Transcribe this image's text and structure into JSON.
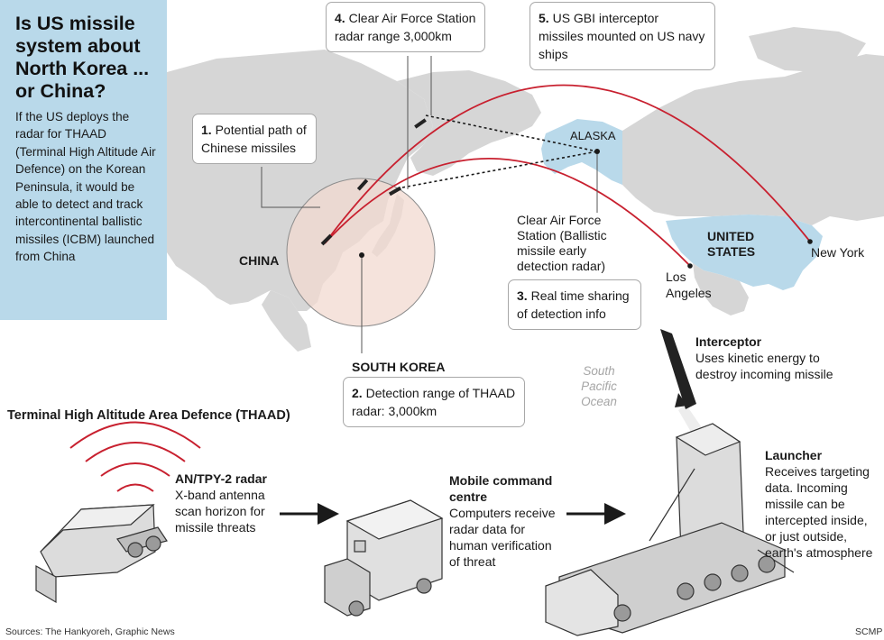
{
  "title": "Is US missile system about North Korea ... or China?",
  "intro": "If the US deploys the radar for THAAD (Terminal High Altitude Air Defence) on the Korean Peninsula, it would be able to detect and track intercontinental ballistic missiles (ICBM) launched from China",
  "callouts": {
    "c1": {
      "num": "1.",
      "text": "Potential path of Chinese missiles"
    },
    "c2": {
      "num": "2.",
      "text": "Detection range of THAAD radar: 3,000km"
    },
    "c3": {
      "num": "3.",
      "text": "Real time sharing of detection info"
    },
    "c4": {
      "num": "4.",
      "text": "Clear Air Force Station radar range 3,000km"
    },
    "c5": {
      "num": "5.",
      "text": "US GBI interceptor missiles mounted on US navy ships"
    }
  },
  "places": {
    "china": "CHINA",
    "south_korea": "SOUTH KOREA",
    "alaska": "ALASKA",
    "united_states": "UNITED STATES",
    "new_york": "New York",
    "los_angeles": "Los Angeles",
    "ocean": "South Pacific Ocean",
    "clear_afs": "Clear Air Force Station (Ballistic missile early detection radar)"
  },
  "thaad_heading": "Terminal High Altitude Area Defence (THAAD)",
  "components": {
    "radar": {
      "name": "AN/TPY-2 radar",
      "desc": "X-band antenna scan horizon for missile threats"
    },
    "command": {
      "name": "Mobile command centre",
      "desc": "Computers receive radar data for human verification of threat"
    },
    "interceptor": {
      "name": "Interceptor",
      "desc": "Uses kinetic energy to destroy incoming missile"
    },
    "launcher": {
      "name": "Launcher",
      "desc": "Receives targeting data. Incoming missile can be intercepted inside, or just outside, earth's atmosphere"
    }
  },
  "footer": {
    "sources": "Sources: The Hankyoreh, Graphic News",
    "credit": "SCMP"
  },
  "colors": {
    "land": "#d6d6d6",
    "panel": "#b9d9ea",
    "us": "#b9d9ea",
    "missile_path": "#c8202f",
    "range_circle": "#f2d9d0"
  }
}
